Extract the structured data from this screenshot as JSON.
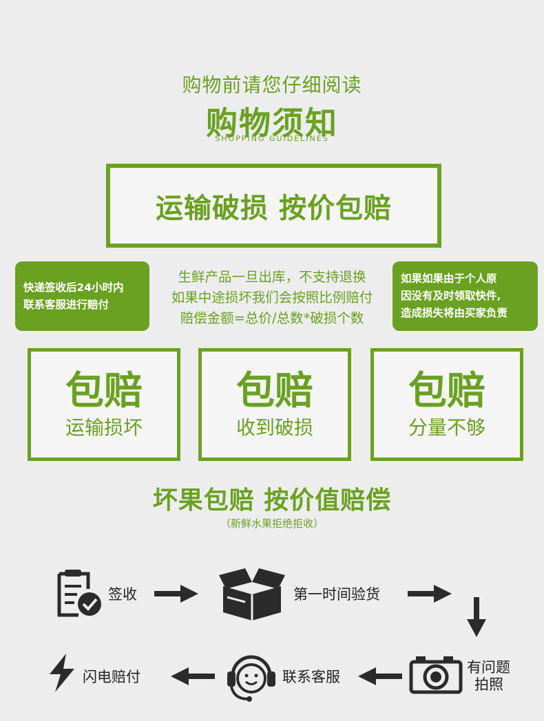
{
  "header": {
    "pre_title": "购物前请您仔细阅读",
    "title": "购物须知",
    "subtitle": "SHOPPING GUIDELINES"
  },
  "headline": "运输破损 按价包赔",
  "notes": {
    "left": [
      "快递签收后24小时内",
      "联系客服进行赔付"
    ],
    "center": [
      "生鲜产品一旦出库，不支持退换",
      "如果中途损坏我们会按照比例赔付",
      "赔偿金额=总价/总数*破损个数"
    ],
    "right": [
      "如果如果由于个人原",
      "因没有及时领取快件,",
      "造成损失将由买家负责"
    ]
  },
  "guarantees": [
    {
      "big": "包赔",
      "small": "运输损坏"
    },
    {
      "big": "包赔",
      "small": "收到破损"
    },
    {
      "big": "包赔",
      "small": "分量不够"
    }
  ],
  "bad_fruit": {
    "title": "坏果包赔 按价值赔偿",
    "note": "（新鲜水果拒绝拒收）"
  },
  "steps": {
    "sign": "签收",
    "inspect": "第一时间验货",
    "photo_line1": "有问题",
    "photo_line2": "拍照",
    "contact": "联系客服",
    "compensate": "闪电赔付"
  },
  "icons": {
    "sign": "clipboard-check-icon",
    "inspect": "open-box-icon",
    "photo": "camera-icon",
    "contact": "headset-smile-icon",
    "compensate": "lightning-icon"
  },
  "colors": {
    "accent": "#6aa121",
    "icon": "#2b2b2b",
    "background": "#ededed"
  }
}
